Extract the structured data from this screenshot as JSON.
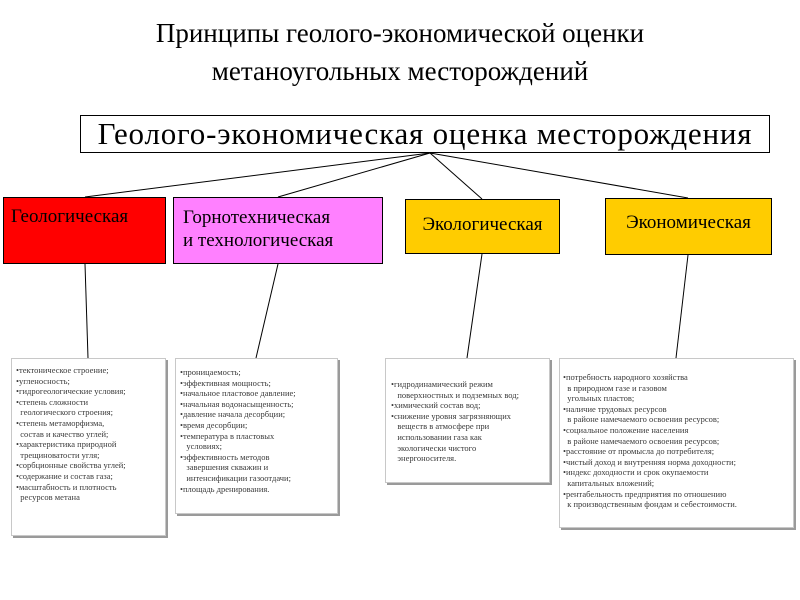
{
  "title": {
    "line1": "Принципы геолого-экономической оценки",
    "line2": "метаноугольных месторождений"
  },
  "main_box": {
    "label": "Геолого-экономическая оценка месторождения"
  },
  "categories": [
    {
      "line1": "Геологическая",
      "line2": "",
      "color": "#ff0000"
    },
    {
      "line1": "Горнотехническая",
      "line2": "и технологическая",
      "color": "#ff80ff"
    },
    {
      "line1": "Экологическая",
      "line2": "",
      "color": "#ffcc00"
    },
    {
      "line1": "Экономическая",
      "line2": "",
      "color": "#ffcc00"
    }
  ],
  "panels": [
    {
      "items": [
        "•тектоническое строение;",
        "•угленосность;",
        "•гидрогеологические условия;",
        "•степень сложности",
        "  геологического строения;",
        "•степень метаморфизма,",
        "  состав и качество углей;",
        "•характеристика природной",
        "  трещиноватости угля;",
        "•сорбционные свойства углей;",
        "•содержание и состав газа;",
        "•масштабность и плотность",
        "  ресурсов метана"
      ]
    },
    {
      "items": [
        "•проницаемость;",
        "•эффективная мощность;",
        "•начальное пластовое давление;",
        "•начальная водонасыщенность;",
        "•давление начала десорбции;",
        "•время десорбции;",
        "•температура в пластовых",
        "   условиях;",
        "•эффективность методов",
        "   завершения скважин и",
        "   интенсификации газоотдачи;",
        "•площадь дренирования."
      ]
    },
    {
      "items": [
        "•гидродинамический режим",
        "   поверхностных и подземных вод;",
        "•химический состав вод;",
        "•снижение уровня загрязняющих",
        "   веществ в атмосфере при",
        "   использовании газа как",
        "   экологически чистого",
        "   энергоносителя."
      ]
    },
    {
      "items": [
        "•потребность народного хозяйства",
        "  в природном газе и газовом",
        "  угольных пластов;",
        "•наличие трудовых ресурсов",
        "  в районе намечаемого освоения ресурсов;",
        "•социальное положение населения",
        "  в районе намечаемого освоения ресурсов;",
        "•расстояние от промысла до потребителя;",
        "•чистый доход и внутренняя норма доходности;",
        "•индекс доходности и срок окупаемости",
        "  капитальных вложений;",
        "•рентабельность предприятия по отношению",
        "  к производственным фондам и себестоимости."
      ]
    }
  ]
}
